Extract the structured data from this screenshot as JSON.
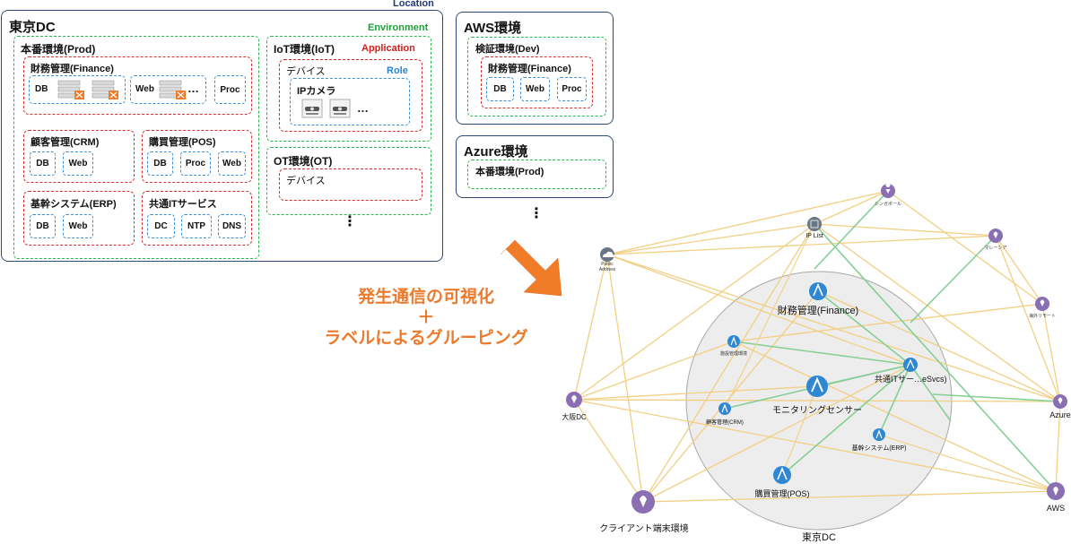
{
  "left": {
    "location_tag": "Location",
    "tokyo": {
      "title": "東京DC",
      "environment_tag": "Environment",
      "prod": {
        "title": "本番環境(Prod)",
        "finance": {
          "title": "財務管理(Finance)",
          "db": "DB",
          "web": "Web",
          "ellipsis": "…",
          "proc": "Proc"
        },
        "crm": {
          "title": "顧客管理(CRM)",
          "db": "DB",
          "web": "Web"
        },
        "pos": {
          "title": "購買管理(POS)",
          "db": "DB",
          "proc": "Proc",
          "web": "Web"
        },
        "erp": {
          "title": "基幹システム(ERP)",
          "db": "DB",
          "web": "Web"
        },
        "common": {
          "title": "共通ITサービス",
          "dc": "DC",
          "ntp": "NTP",
          "dns": "DNS"
        }
      },
      "iot": {
        "title": "IoT環境(IoT)",
        "application_tag": "Application",
        "device_title": "デバイス",
        "role_tag": "Role",
        "camera_title": "IPカメラ",
        "ellipsis": "…"
      },
      "ot": {
        "title": "OT環境(OT)",
        "device_title": "デバイス"
      },
      "vdots": "⋮"
    },
    "aws": {
      "title": "AWS環境",
      "dev": {
        "title": "検証環境(Dev)",
        "finance": {
          "title": "財務管理(Finance)",
          "db": "DB",
          "web": "Web",
          "proc": "Proc"
        }
      }
    },
    "azure": {
      "title": "Azure環境",
      "prod": {
        "title": "本番環境(Prod)"
      }
    },
    "vdots": "⋮"
  },
  "caption": {
    "line1": "発生通信の可視化",
    "line2": "＋",
    "line3": "ラベルによるグルーピング"
  },
  "arrow_color": "#f07c2a",
  "graph": {
    "colors": {
      "yellow_edge": "#f2cf83",
      "green_edge": "#86cf95",
      "purple_node": "#8a6fb3",
      "blue_node": "#2f86d1",
      "gray_node": "#6a7683",
      "circle_fill": "#eeeeee"
    },
    "group_label": "東京DC",
    "nodes": {
      "iplist": "IP List",
      "public": "Public\nAddress",
      "finance": "財務管理(Finance)",
      "iot_small": "施設管理環境",
      "common": "共通ITサー…eSvcs)",
      "monitor": "モニタリングセンサー",
      "crm": "顧客管理(CRM)",
      "erp": "基幹システム(ERP)",
      "pos": "購買管理(POS)",
      "osaka": "大阪DC",
      "client": "クライアント端末環境",
      "aws": "AWS",
      "azure": "Azure",
      "singapore": "シンガポール",
      "malaysia": "マレーシア",
      "remote": "海外リモート"
    }
  }
}
